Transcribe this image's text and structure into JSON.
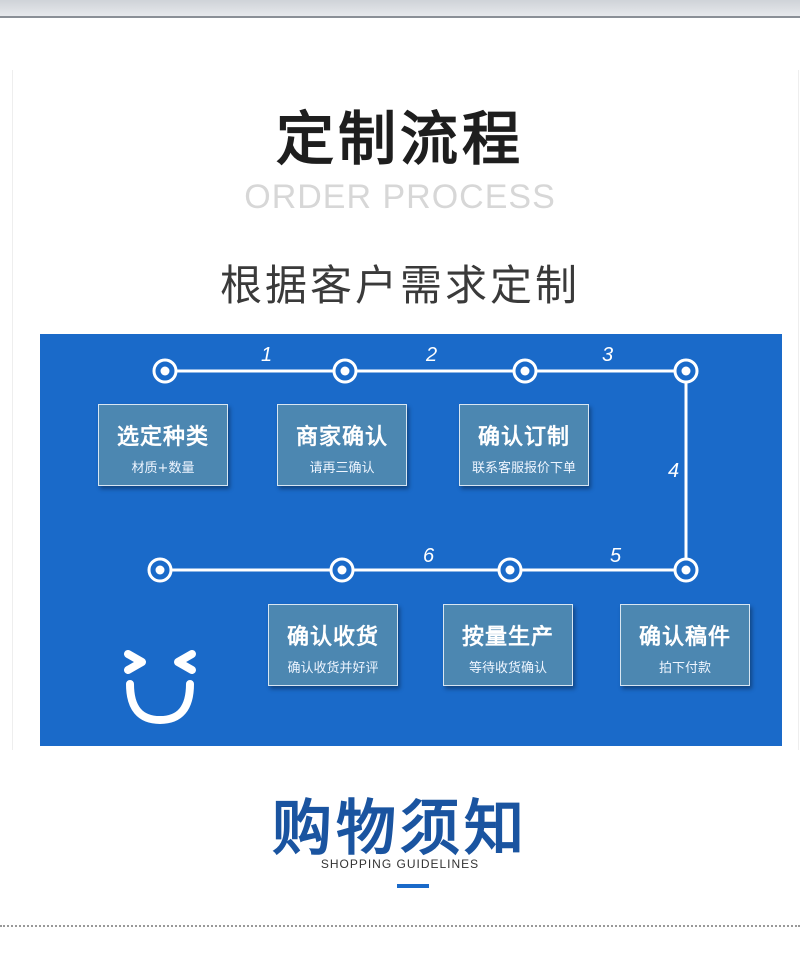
{
  "header": {
    "title": "定制流程",
    "title_en": "ORDER PROCESS",
    "subtitle": "根据客户需求定制"
  },
  "process": {
    "numbers": [
      "1",
      "2",
      "3",
      "4",
      "5",
      "6"
    ],
    "steps": [
      {
        "title": "选定种类",
        "desc": "材质+数量"
      },
      {
        "title": "商家确认",
        "desc": "请再三确认"
      },
      {
        "title": "确认订制",
        "desc": "联系客服报价下单"
      },
      {
        "title": "确认稿件",
        "desc": "拍下付款"
      },
      {
        "title": "按量生产",
        "desc": "等待收货确认"
      },
      {
        "title": "确认收货",
        "desc": "确认收货并好评"
      }
    ]
  },
  "notice": {
    "title": "购物须知",
    "title_en": "SHOPPING GUIDELINES"
  },
  "colors": {
    "panel_blue": "#1a6ac9",
    "box_fill": "#4c87b1",
    "notice_blue": "#1a54a0"
  }
}
